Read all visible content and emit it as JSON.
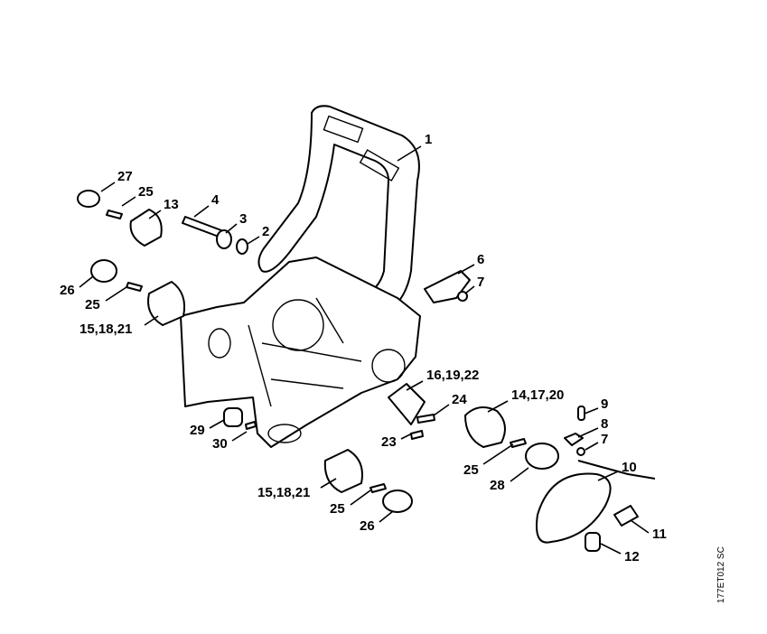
{
  "diagram": {
    "drawing_code": "177ET012 SC",
    "callouts": {
      "c1": "1",
      "c27": "27",
      "c25a": "25",
      "c13": "13",
      "c4": "4",
      "c3": "3",
      "c2": "2",
      "c6": "6",
      "c7a": "7",
      "c26a": "26",
      "c25b": "25",
      "c15a": "15,18,21",
      "c16": "16,19,22",
      "c24": "24",
      "c14": "14,17,20",
      "c9": "9",
      "c8": "8",
      "c7b": "7",
      "c29": "29",
      "c30": "30",
      "c23": "23",
      "c25c": "25",
      "c28": "28",
      "c10": "10",
      "c15b": "15,18,21",
      "c25d": "25",
      "c26b": "26",
      "c11": "11",
      "c12": "12"
    }
  }
}
